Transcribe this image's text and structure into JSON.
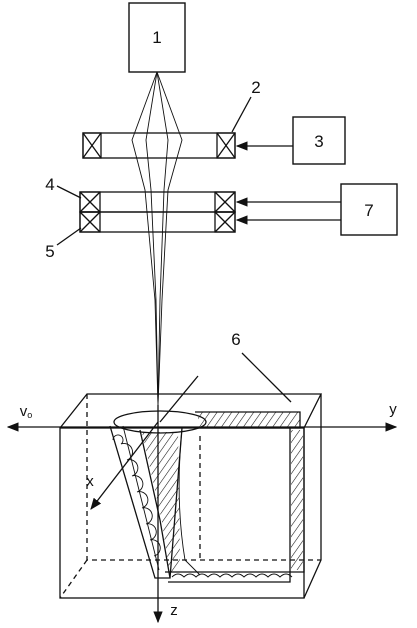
{
  "labels": {
    "beam_source": "1",
    "focusing_coil": "2",
    "coil_supply": "3",
    "deflection_coil_upper": "4",
    "deflection_coil_lower": "5",
    "workpiece": "6",
    "deflection_supply": "7"
  },
  "axes": {
    "y": "y",
    "x": "x",
    "z": "z",
    "velocity": "v",
    "velocity_subscript": "o"
  },
  "colors": {
    "stroke": "#111111",
    "background": "#ffffff"
  }
}
